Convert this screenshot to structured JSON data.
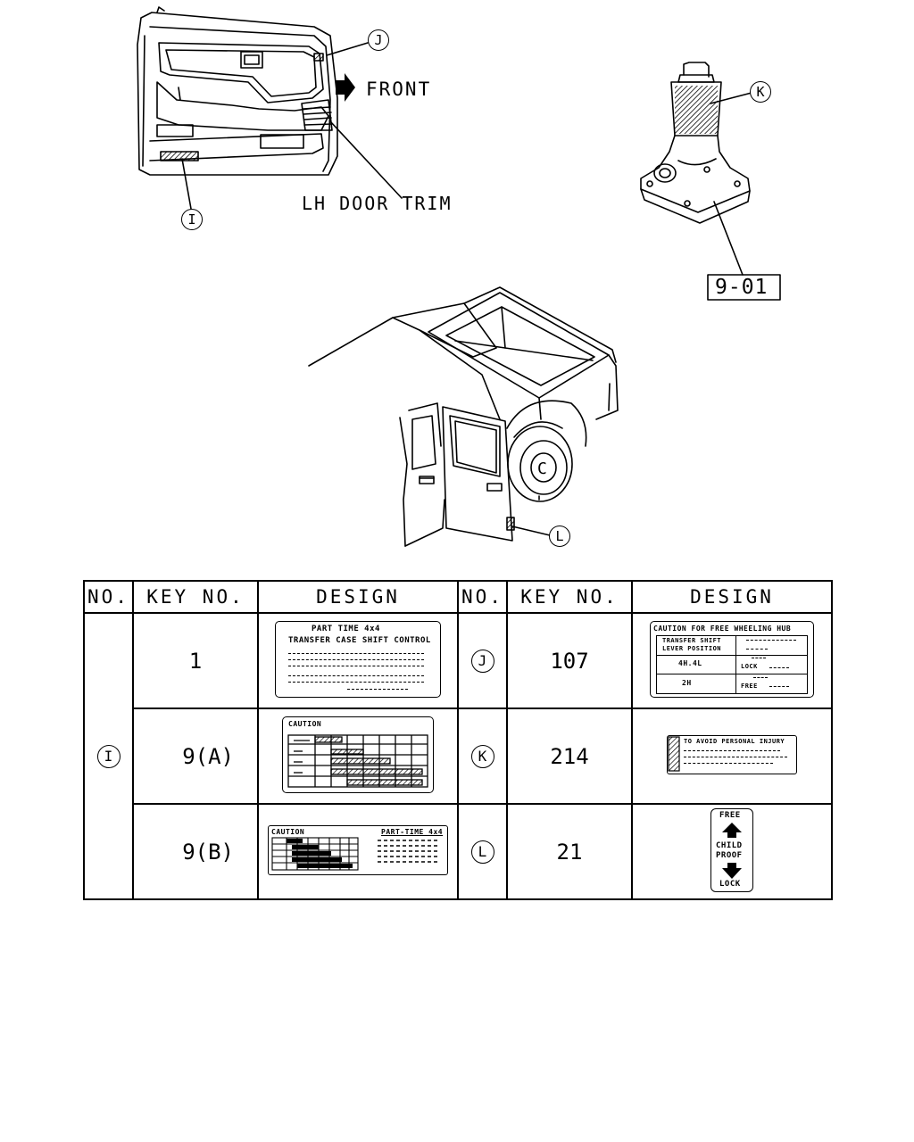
{
  "labels": {
    "front": "FRONT",
    "door_trim": "LH DOOR TRIM",
    "ref_box": "9-01"
  },
  "callouts": {
    "i": "I",
    "j": "J",
    "k": "K",
    "l": "L"
  },
  "table": {
    "headers": [
      "NO.",
      "KEY NO.",
      "DESIGN",
      "NO.",
      "KEY NO.",
      "DESIGN"
    ],
    "left": {
      "no": "I",
      "rows": [
        {
          "key": "1"
        },
        {
          "key": "9(A)"
        },
        {
          "key": "9(B)"
        }
      ]
    },
    "right": [
      {
        "no": "J",
        "key": "107"
      },
      {
        "no": "K",
        "key": "214"
      },
      {
        "no": "L",
        "key": "21"
      }
    ]
  },
  "decals": {
    "key1": {
      "line1": "PART TIME 4x4",
      "line2": "TRANSFER CASE SHIFT CONTROL"
    },
    "key9a": {
      "title": "CAUTION"
    },
    "key9b": {
      "title": "CAUTION",
      "subtitle": "PART-TIME 4x4"
    },
    "key107": {
      "title": "CAUTION FOR FREE WHEELING HUB",
      "r1": "TRANSFER SHIFT",
      "r1b": "LEVER POSITION",
      "r2": "4H.4L",
      "r2b": "LOCK",
      "r3": "2H",
      "r3b": "FREE"
    },
    "key214": {
      "title": "TO AVOID PERSONAL INJURY"
    },
    "key21": {
      "top": "FREE",
      "mid1": "CHILD",
      "mid2": "PROOF",
      "bottom": "LOCK"
    }
  }
}
